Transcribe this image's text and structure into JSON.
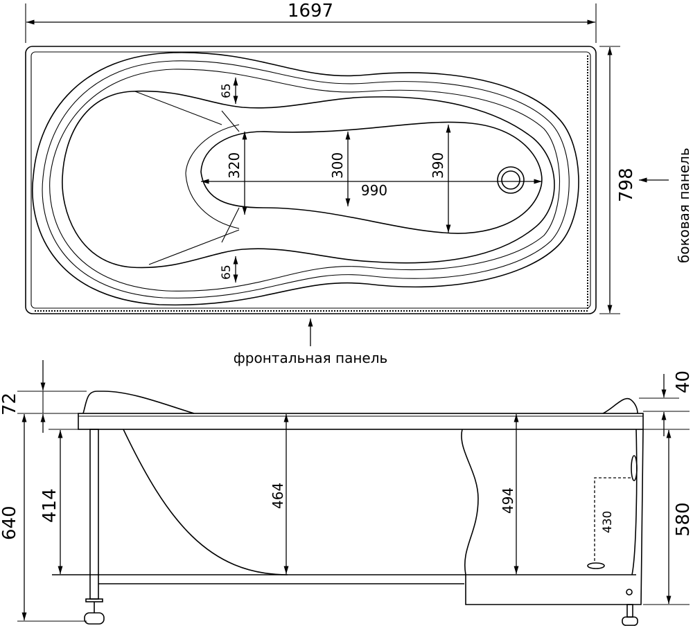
{
  "top_view": {
    "overall_length": "1697",
    "overall_width": "798",
    "side_panel_label": "боковая панель",
    "front_panel_label": "фронтальная панель",
    "rim_top": "65",
    "rim_bottom": "65",
    "width_head": "320",
    "width_middle": "300",
    "width_foot": "390",
    "inner_length": "990"
  },
  "side_view": {
    "headrest_height": "72",
    "rim_height_right": "40",
    "total_height": "640",
    "leg_height": "414",
    "depth_head": "464",
    "depth_foot": "494",
    "overflow_height": "430",
    "panel_height": "580"
  }
}
